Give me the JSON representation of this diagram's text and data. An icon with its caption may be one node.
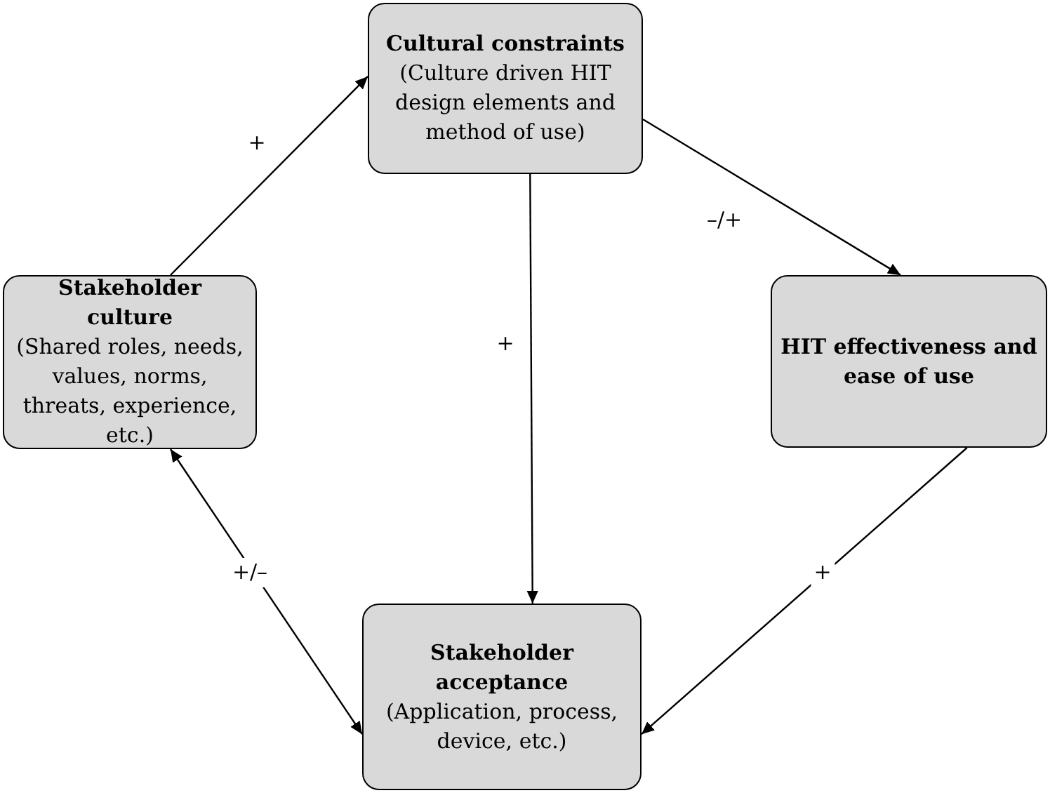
{
  "diagram": {
    "nodes": [
      {
        "text": [
          "Cultural constraints",
          "(Culture driven HIT design elements and method of use)"
        ]
      },
      {
        "text": [
          "Stakeholder culture",
          "(Shared roles, needs, values, norms, threats, experience, etc.)"
        ]
      },
      {
        "text": [
          "HIT effectiveness and ease of use"
        ]
      },
      {
        "text": [
          "Stakeholder acceptance",
          "(Application, process, device, etc.)"
        ]
      }
    ],
    "edges": [
      {
        "from": 1,
        "to": 0,
        "arrow": "to",
        "label": "+"
      },
      {
        "from": 0,
        "to": 2,
        "arrow": "to",
        "label": "–/+"
      },
      {
        "from": 0,
        "to": 3,
        "arrow": "to",
        "label": "+"
      },
      {
        "from": 2,
        "to": 3,
        "arrow": "to",
        "label": "+"
      },
      {
        "from": 1,
        "to": 3,
        "arrow": "both",
        "label": "+/–"
      }
    ]
  }
}
